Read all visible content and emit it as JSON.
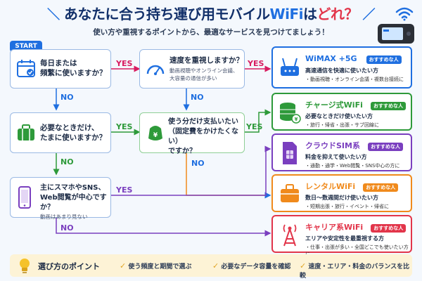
{
  "title": {
    "part1": "あなたに合う持ち運び用モバイル",
    "part2": "WiFi",
    "part3": "は",
    "part4": "どれ？"
  },
  "subtitle": "使い方や重視するポイントから、最適なサービスを見つけてましょう！",
  "start_label": "START",
  "questions": {
    "q1": {
      "line1": "毎日または",
      "line2": "頻繁に使いますか？"
    },
    "q2": {
      "line1": "速度を重視しますか？",
      "sub1": "動画視聴やオンライン会議、",
      "sub2": "大容量の通信が多い"
    },
    "q3": {
      "line1": "必要なときだけ、",
      "line2": "たまに使いますか？"
    },
    "q4": {
      "line1": "使う分だけ支払いたい",
      "line2": "（固定費をかけたくない）",
      "line3": "ですか？"
    },
    "q5": {
      "line1": "主にスマホやSNS、",
      "line2": "Web閲覧が中心ですか？",
      "sub1": "動画はあまり見ない"
    }
  },
  "labels": {
    "yes": "YES",
    "no": "NO"
  },
  "badge": "おすすめな人",
  "results": [
    {
      "title": "WiMAX +5G",
      "desc": "高速通信を快適に使いたい方",
      "use": "・動画視聴・オンライン会議・複数台接続に",
      "color": "#1f6fe0"
    },
    {
      "title": "チャージ式WiFi",
      "desc": "必要なときだけ使いたい方",
      "use": "・旅行・帰省・出張・サブ回線に",
      "color": "#2e9a3a"
    },
    {
      "title": "クラウドSIM系",
      "desc": "料金を抑えて使いたい方",
      "use": "・通勤・通学・Web閲覧・SNS中心の方に",
      "color": "#7a3fbf"
    },
    {
      "title": "レンタルWiFi",
      "desc": "数日〜数週間だけ使いたい方",
      "use": "・短期出張・旅行・イベント・帰省に",
      "color": "#f08a1c"
    },
    {
      "title": "キャリア系WiFi",
      "desc": "エリアや安定性を最重視する方",
      "use": "・仕事・出張が多い・全国どこでも使いたい方に",
      "color": "#e2354a"
    }
  ],
  "footer": {
    "heading": "選び方のポイント",
    "points": [
      "使う頻度と期間で選ぶ",
      "必要なデータ容量を確認",
      "速度・エリア・料金のバランスを比較"
    ]
  }
}
